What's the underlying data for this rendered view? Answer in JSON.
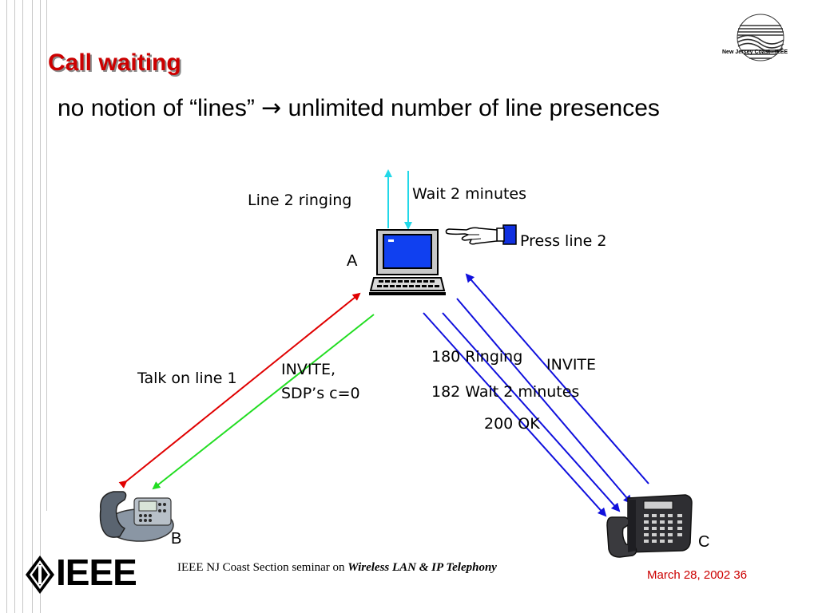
{
  "slide": {
    "title": "Call waiting",
    "subtitle": "no notion of “lines” ",
    "subtitle_arrow_glyph": "arrow-right",
    "subtitle_rest": " unlimited number of line presences"
  },
  "diagram": {
    "nodes": {
      "a": {
        "label": "A",
        "icon": "computer-terminal-icon"
      },
      "b": {
        "label": "B",
        "icon": "desk-phone-icon"
      },
      "c": {
        "label": "C",
        "icon": "multi-line-phone-icon"
      }
    },
    "labels": {
      "line2_ringing": "Line 2 ringing",
      "wait_2_minutes": "Wait 2 minutes",
      "press_line_2": "Press line 2",
      "talk_line1": "Talk on line 1",
      "invite_sdp_line1": "INVITE,",
      "invite_sdp_line2": "SDP’s c=0",
      "ringing_180": "180 Ringing",
      "invite": "INVITE",
      "wait_182": "182 Wait 2 minutes",
      "ok_200": "200 OK"
    },
    "colors": {
      "red": "#e00000",
      "green": "#22dd22",
      "blue": "#1010dd",
      "cyan": "#22d8e8"
    }
  },
  "footer": {
    "text_prefix": "IEEE NJ Coast Section seminar on ",
    "text_emphasis": "Wireless LAN & IP Telephony",
    "date": "March 28, 2002 36",
    "ieee_logo_text": "IEEE",
    "section_logo_caption": "New Jersey Coast - IEEE"
  }
}
